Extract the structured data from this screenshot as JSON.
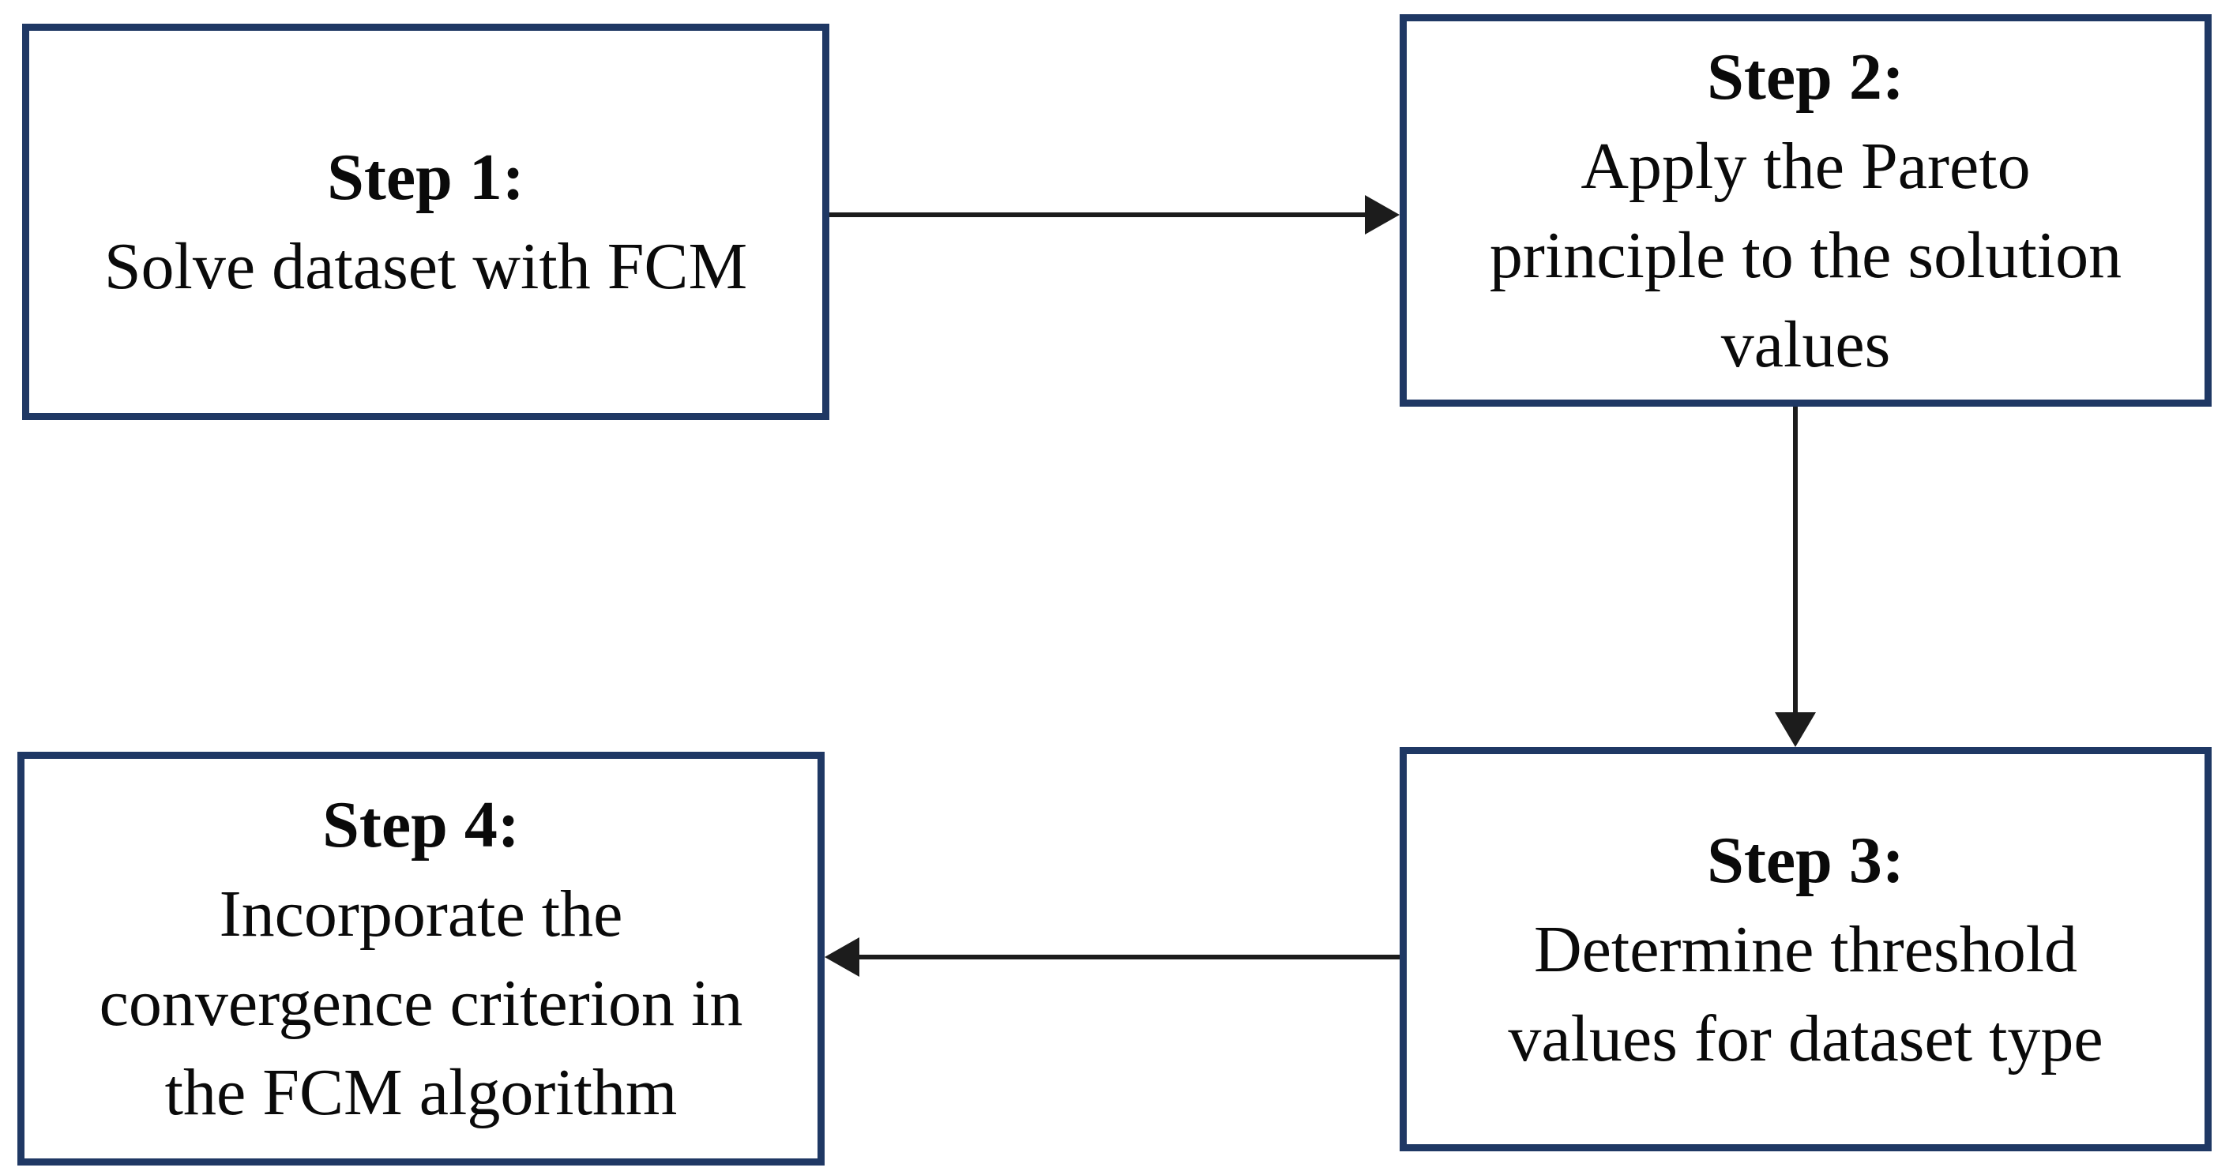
{
  "diagram": {
    "type": "flowchart",
    "nodes": [
      {
        "id": "step1",
        "heading": "Step 1:",
        "body": "Solve dataset with FCM"
      },
      {
        "id": "step2",
        "heading": "Step 2:",
        "body": "Apply the Pareto\nprinciple to the solution\nvalues"
      },
      {
        "id": "step3",
        "heading": "Step 3:",
        "body": "Determine threshold\nvalues for dataset type"
      },
      {
        "id": "step4",
        "heading": "Step 4:",
        "body": "Incorporate the\nconvergence criterion in\nthe FCM algorithm"
      }
    ],
    "edges": [
      {
        "from": "step1",
        "to": "step2",
        "direction": "right"
      },
      {
        "from": "step2",
        "to": "step3",
        "direction": "down"
      },
      {
        "from": "step3",
        "to": "step4",
        "direction": "left"
      }
    ]
  },
  "theme": {
    "box_border_color": "#1f3864",
    "box_fill_color": "#ffffff",
    "text_color": "#0a0a0a",
    "arrow_color": "#1c1c1c",
    "background_color": "#ffffff"
  }
}
